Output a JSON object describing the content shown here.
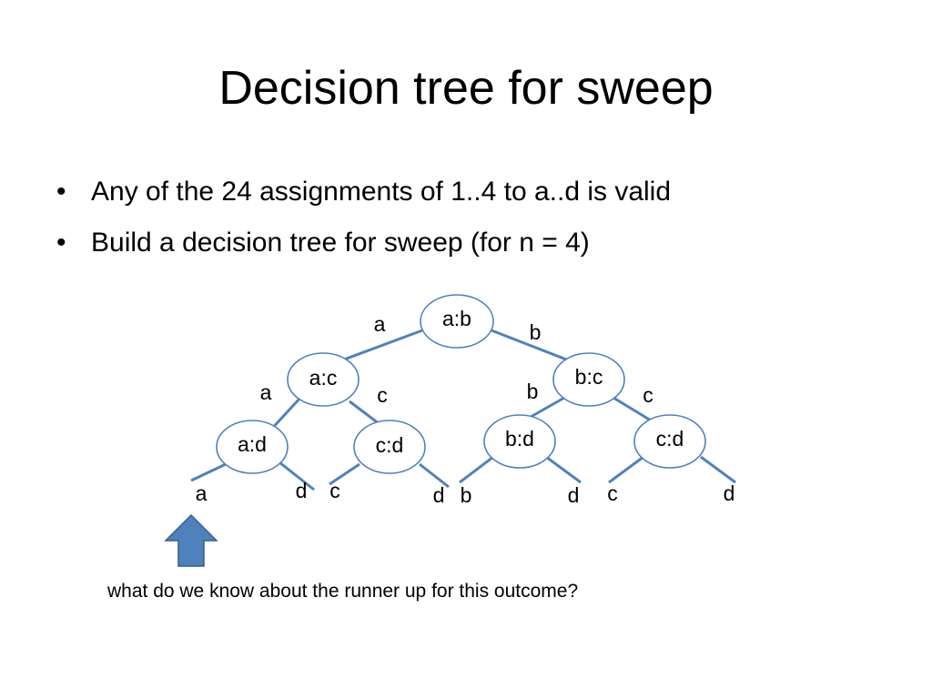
{
  "slide": {
    "title": "Decision tree for sweep",
    "bullets": [
      "Any of the 24 assignments of 1..4 to a..d is valid",
      "Build a decision tree for sweep (for n = 4)"
    ],
    "bullet_glyph": "•",
    "question": "what do we know about the runner up for this outcome?"
  },
  "tree": {
    "nodes": {
      "root": "a:b",
      "left": "a:c",
      "right": "b:c",
      "left_left": "a:d",
      "left_right": "c:d",
      "right_left": "b:d",
      "right_right": "c:d"
    },
    "edge_labels": {
      "root_left": "a",
      "root_right": "b",
      "left_left": "a",
      "left_right": "c",
      "right_left": "b",
      "right_right": "c",
      "ll_left": "a",
      "ll_right": "d",
      "lr_left": "c",
      "lr_right": "d",
      "rl_left": "b",
      "rl_right": "d",
      "rr_left": "c",
      "rr_right": "d"
    },
    "colors": {
      "edge": "#4f81bd",
      "arrow_fill": "#4f81bd",
      "arrow_stroke": "#385d8a"
    },
    "arrow_icon": "up-arrow-icon"
  }
}
